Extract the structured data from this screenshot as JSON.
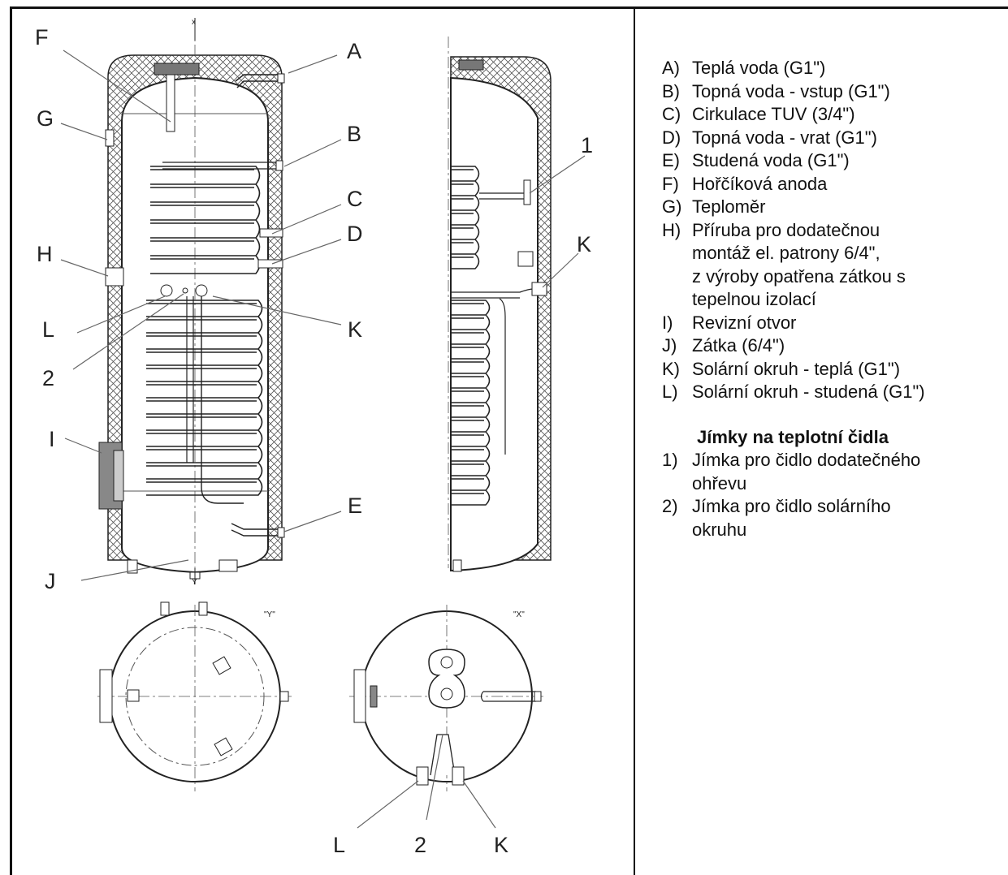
{
  "legend": {
    "items": [
      {
        "key": "A)",
        "text": "Teplá voda (G1\")"
      },
      {
        "key": "B)",
        "text": "Topná voda - vstup (G1\")"
      },
      {
        "key": "C)",
        "text": "Cirkulace TUV (3/4\")"
      },
      {
        "key": "D)",
        "text": "Topná voda - vrat (G1\")"
      },
      {
        "key": "E)",
        "text": "Studená voda (G1\")"
      },
      {
        "key": "F)",
        "text": "Hořčíková anoda"
      },
      {
        "key": "G)",
        "text": "Teploměr"
      },
      {
        "key": "H)",
        "text": "Příruba pro dodatečnou"
      },
      {
        "key": "",
        "text": "montáž el. patrony 6/4\","
      },
      {
        "key": "",
        "text": "z výroby opatřena zátkou s"
      },
      {
        "key": "",
        "text": "tepelnou izolací"
      },
      {
        "key": "I)",
        "text": "Revizní otvor"
      },
      {
        "key": "J)",
        "text": "Zátka (6/4\")"
      },
      {
        "key": "K)",
        "text": "Solární okruh - teplá (G1\")"
      },
      {
        "key": "L)",
        "text": "Solární okruh - studená (G1\")"
      }
    ],
    "sensor_heading": "Jímky na teplotní čidla",
    "sensor_items": [
      {
        "key": "1)",
        "text": "Jímka pro čidlo dodatečného"
      },
      {
        "key": "",
        "text": "ohřevu"
      },
      {
        "key": "2)",
        "text": "Jímka pro čidlo solárního"
      },
      {
        "key": "",
        "text": "okruhu"
      }
    ]
  },
  "callouts": {
    "F": "F",
    "A": "A",
    "G": "G",
    "B": "B",
    "C": "C",
    "D": "D",
    "H": "H",
    "L": "L",
    "K": "K",
    "two": "2",
    "I": "I",
    "E": "E",
    "J": "J",
    "one": "1",
    "K_side": "K",
    "L_bottom": "L",
    "two_bottom": "2",
    "K_bottom": "K"
  },
  "axis_marks": {
    "x_top": "x",
    "y_bottom": "Y",
    "view_y": "\"Y\"",
    "view_x": "\"X\""
  }
}
